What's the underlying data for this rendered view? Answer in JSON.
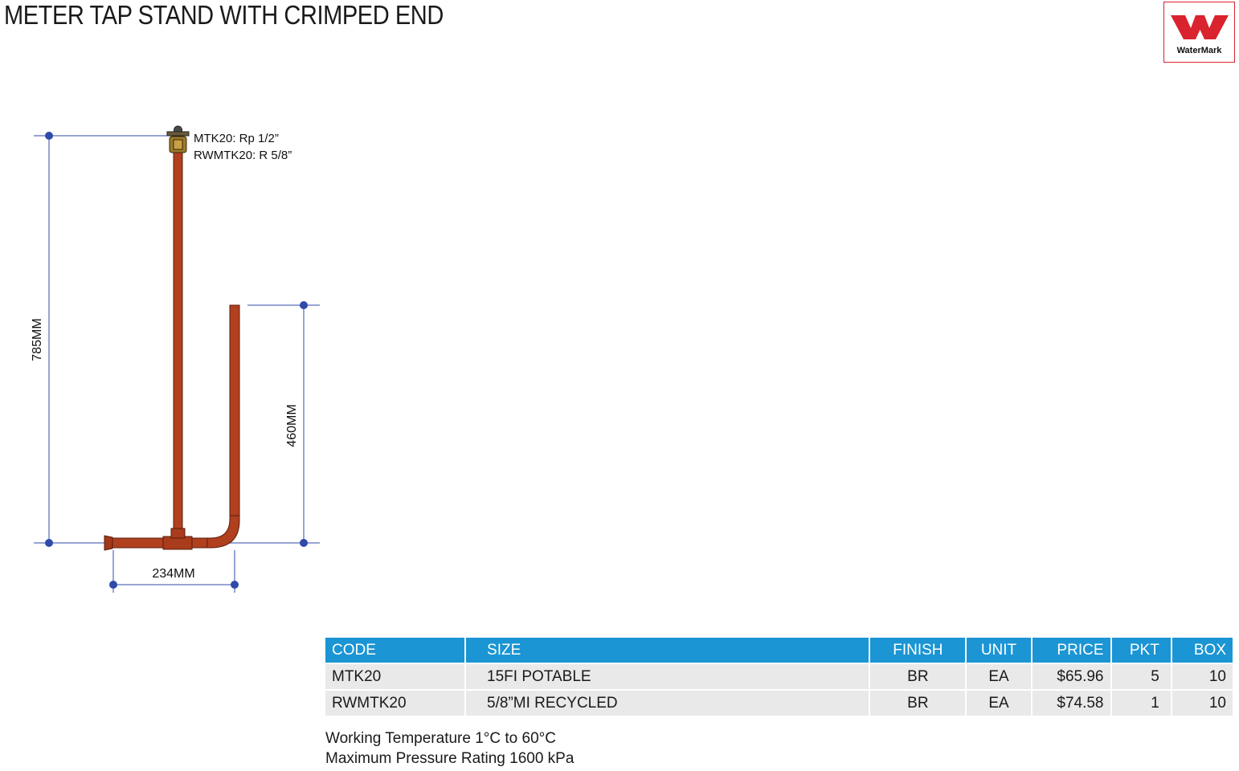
{
  "title": "METER TAP STAND WITH CRIMPED END",
  "logo": {
    "text": "WaterMark",
    "brand_color": "#d9232e"
  },
  "diagram": {
    "dim_height_total": "785MM",
    "dim_height_riser": "460MM",
    "dim_width": "234MM",
    "spec_line_1": "MTK20: Rp 1/2”",
    "spec_line_2": "RWMTK20: R 5/8”",
    "pipe_color": "#b1401e",
    "dimension_color": "#2f4aa8"
  },
  "table": {
    "header_color": "#1b95d3",
    "headers": {
      "code": "CODE",
      "size": "SIZE",
      "finish": "FINISH",
      "unit": "UNIT",
      "price": "PRICE",
      "pkt": "PKT",
      "box": "BOX"
    },
    "rows": [
      {
        "code": "MTK20",
        "size": "15FI POTABLE",
        "finish": "BR",
        "unit": "EA",
        "price": "$65.96",
        "pkt": "5",
        "box": "10"
      },
      {
        "code": "RWMTK20",
        "size": "5/8”MI RECYCLED",
        "finish": "BR",
        "unit": "EA",
        "price": "$74.58",
        "pkt": "1",
        "box": "10"
      }
    ]
  },
  "notes": {
    "working_temperature": "Working Temperature  1°C to 60°C",
    "max_pressure": "Maximum Pressure Rating  1600 kPa"
  }
}
